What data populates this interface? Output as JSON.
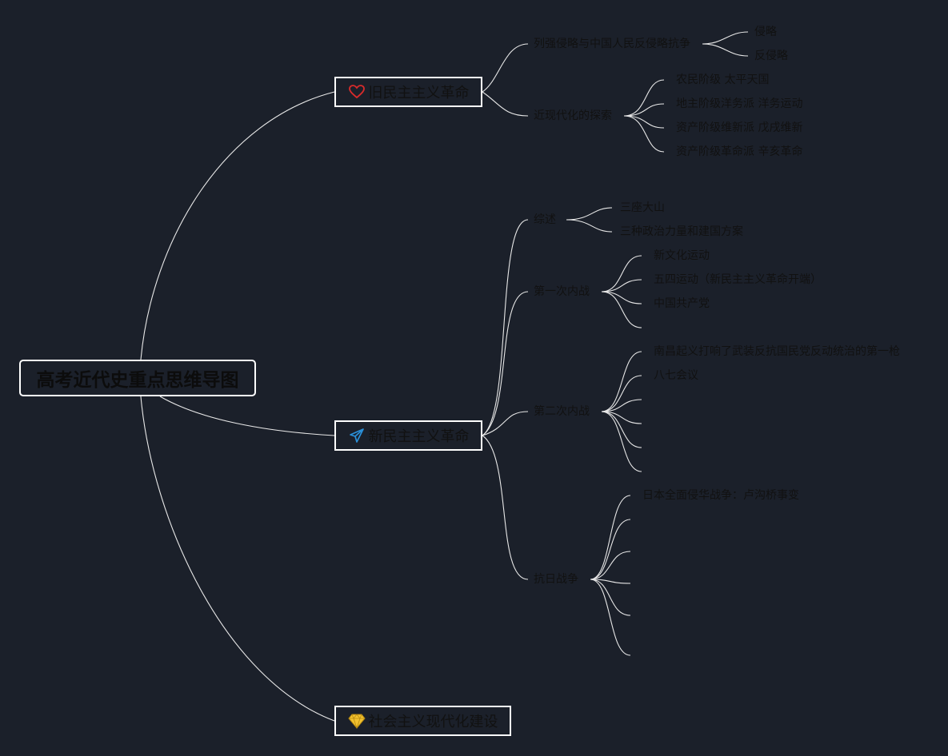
{
  "root": {
    "label": "高考近代史重点思维导图"
  },
  "branches": [
    {
      "label": "旧民主主义革命",
      "icon": "heart-icon",
      "icon_color": "#d92b2b",
      "children": [
        {
          "label": "列强侵略与中国人民反侵略抗争",
          "children": [
            "侵略",
            "反侵略"
          ]
        },
        {
          "label": "近现代化的探索",
          "children": [
            "农民阶级 太平天国",
            "地主阶级洋务派 洋务运动",
            "资产阶级维新派 戊戌维新",
            "资产阶级革命派 辛亥革命"
          ]
        }
      ]
    },
    {
      "label": "新民主主义革命",
      "icon": "paper-plane-icon",
      "icon_color": "#2a8fd8",
      "children": [
        {
          "label": "综述",
          "children": [
            "三座大山",
            "三种政治力量和建国方案"
          ]
        },
        {
          "label": "第一次内战",
          "children": [
            "新文化运动",
            "五四运动（新民主主义革命开端）",
            "中国共产党",
            ""
          ]
        },
        {
          "label": "第二次内战",
          "children": [
            "南昌起义打响了武装反抗国民党反动统治的第一枪",
            "八七会议",
            "",
            "",
            "",
            ""
          ]
        },
        {
          "label": "抗日战争",
          "children": [
            "日本全面侵华战争：卢沟桥事变",
            "",
            "",
            "",
            "",
            ""
          ]
        }
      ]
    },
    {
      "label": "社会主义现代化建设",
      "icon": "diamond-icon",
      "icon_color": "#f2c230",
      "children": []
    }
  ]
}
